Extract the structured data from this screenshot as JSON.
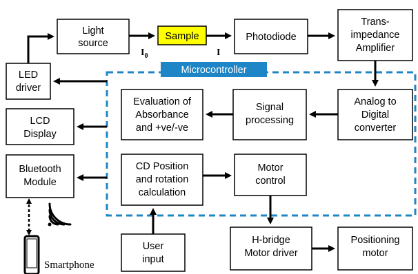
{
  "diagram": {
    "microcontroller_label": "Microcontroller",
    "blocks": {
      "light_source": [
        "Light",
        "source"
      ],
      "sample": [
        "Sample"
      ],
      "photodiode": [
        "Photodiode"
      ],
      "tia": [
        "Trans-",
        "impedance",
        "Amplifier"
      ],
      "led_driver": [
        "LED",
        "driver"
      ],
      "adc": [
        "Analog to",
        "Digital",
        "converter"
      ],
      "signal_processing": [
        "Signal",
        "processing"
      ],
      "evaluation": [
        "Evaluation of",
        "Absorbance",
        "and +ve/-ve"
      ],
      "lcd": [
        "LCD",
        "Display"
      ],
      "bluetooth": [
        "Bluetooth",
        "Module"
      ],
      "cd_position": [
        "CD Position",
        "and rotation",
        "calculation"
      ],
      "motor_control": [
        "Motor",
        "control"
      ],
      "user_input": [
        "User",
        "input"
      ],
      "hbridge": [
        "H-bridge",
        "Motor driver"
      ],
      "positioning_motor": [
        "Positioning",
        "motor"
      ]
    },
    "signal_labels": {
      "incident": "I",
      "incident_subscript": "0",
      "transmitted": "I"
    },
    "smartphone_label": "Smartphone",
    "colors": {
      "block_border": "#000000",
      "sample_fill": "#ffff00",
      "microcontroller_border": "#1e86c6",
      "microcontroller_label_bg": "#1e86c6",
      "arrow": "#000000"
    }
  }
}
